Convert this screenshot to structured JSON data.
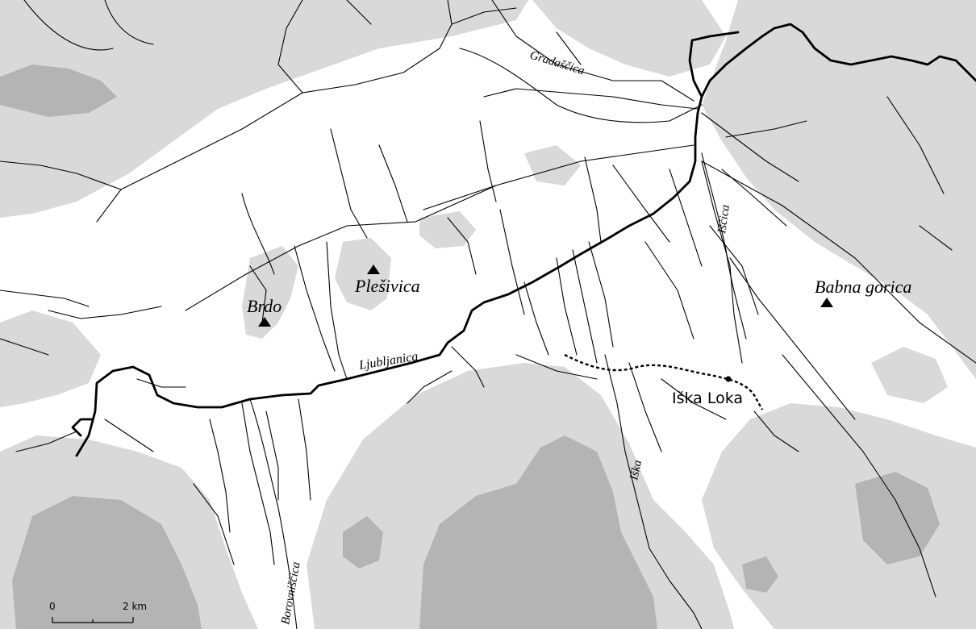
{
  "peaks": [
    {
      "name": "Plešivica"
    },
    {
      "name": "Brdo"
    },
    {
      "name": "Babna gorica"
    }
  ],
  "rivers": [
    {
      "name": "Ljubljanica"
    },
    {
      "name": "Gradaščica"
    },
    {
      "name": "Iščica"
    },
    {
      "name": "Iška"
    },
    {
      "name": "Borovniščica"
    }
  ],
  "settlement": {
    "name": "Iška Loka"
  },
  "scale_bar": {
    "start_label": "0",
    "end_label": "2 km"
  },
  "colors": {
    "lowland": "#ffffff",
    "hills": "#d9d9d9",
    "highlands": "#b4b4b4",
    "water": "#000000"
  },
  "symbols": {
    "peak": "triangle-peak-icon",
    "settlement": "dot-settlement-icon"
  }
}
